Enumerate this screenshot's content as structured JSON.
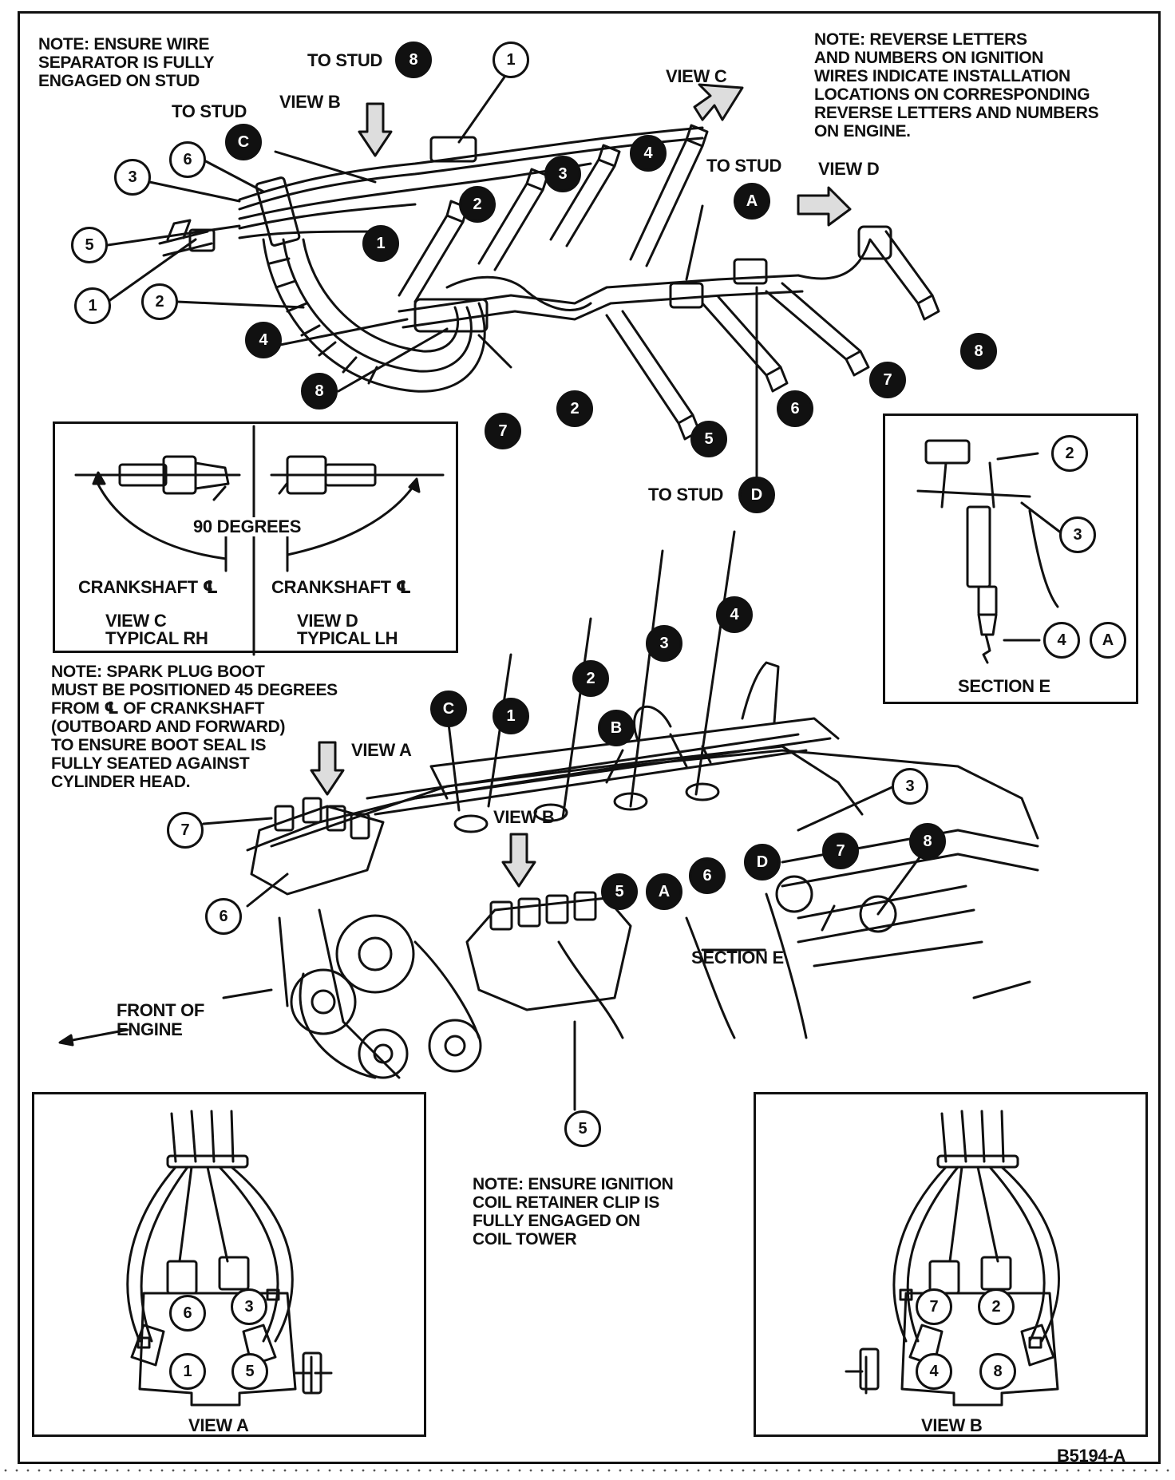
{
  "notes": {
    "wire_separator": "NOTE: ENSURE WIRE\nSEPARATOR IS FULLY\nENGAGED ON STUD",
    "reverse_letters": "NOTE: REVERSE LETTERS\nAND NUMBERS ON IGNITION\nWIRES INDICATE INSTALLATION\nLOCATIONS ON CORRESPONDING\nREVERSE LETTERS AND NUMBERS\nON ENGINE.",
    "spark_plug_boot": "NOTE: SPARK PLUG BOOT\nMUST BE POSITIONED 45 DEGREES\nFROM ℄ OF CRANKSHAFT\n(OUTBOARD AND FORWARD)\nTO ENSURE BOOT SEAL IS\nFULLY SEATED AGAINST\nCYLINDER HEAD.",
    "coil_retainer": "NOTE: ENSURE IGNITION\nCOIL RETAINER CLIP IS\nFULLY ENGAGED ON\nCOIL TOWER"
  },
  "labels": {
    "to_stud": "TO STUD",
    "view_a": "VIEW A",
    "view_b": "VIEW B",
    "view_c": "VIEW C",
    "view_d": "VIEW D",
    "ninety_degrees": "90 DEGREES",
    "crankshaft_cl": "CRANKSHAFT ℄",
    "view_c_typical_rh_1": "VIEW C",
    "view_c_typical_rh_2": "TYPICAL RH",
    "view_d_typical_lh_1": "VIEW D",
    "view_d_typical_lh_2": "TYPICAL LH",
    "section_e": "SECTION E",
    "front_of_engine_1": "FRONT OF",
    "front_of_engine_2": "ENGINE",
    "figure_id": "B5194-A"
  },
  "callouts": {
    "top": {
      "w1": "1",
      "w2": "2",
      "w3": "3",
      "w5": "5",
      "w6": "6",
      "w1b": "1",
      "b8": "8",
      "bC": "C",
      "bA": "A",
      "bD": "D",
      "b1": "1",
      "b2": "2",
      "b3": "3",
      "b4": "4",
      "b4l": "4",
      "b8l": "8",
      "b7": "7",
      "b2r": "2",
      "b5": "5",
      "b6": "6",
      "b7r": "7",
      "b8r": "8"
    },
    "section_e": {
      "w2": "2",
      "w3": "3",
      "w4": "4",
      "wA": "A"
    },
    "engine": {
      "bC": "C",
      "b1": "1",
      "b2": "2",
      "bB": "B",
      "b3": "3",
      "b4": "4",
      "w3": "3",
      "w7": "7",
      "w6": "6",
      "b5": "5",
      "bA": "A",
      "b6": "6",
      "bD": "D",
      "b7": "7",
      "b8": "8",
      "w5": "5"
    },
    "view_a": {
      "c6": "6",
      "c3": "3",
      "c1": "1",
      "c5": "5"
    },
    "view_b": {
      "c7": "7",
      "c2": "2",
      "c4": "4",
      "c8": "8"
    }
  }
}
